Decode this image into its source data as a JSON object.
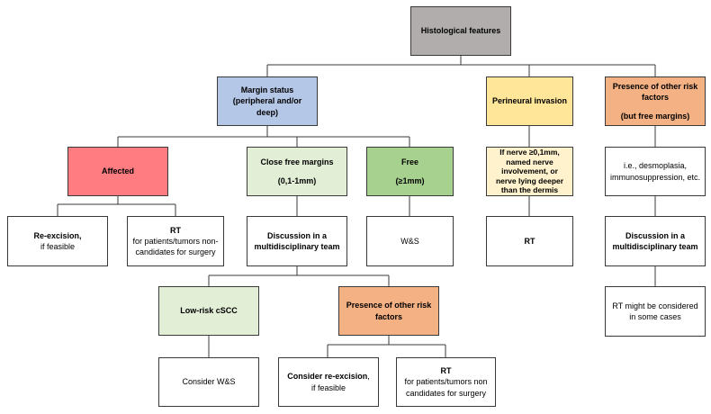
{
  "root": "Histological features",
  "margin_status": {
    "line1": "Margin status",
    "line2": "(peripheral and/or deep)"
  },
  "affected": "Affected",
  "re_excision_affected": {
    "line1": "Re-excision,",
    "line2": "if feasible"
  },
  "rt_affected": {
    "line1": "RT",
    "line2": "for patients/tumors non-candidates for surgery"
  },
  "close_margins": {
    "line1": "Close free margins",
    "line2": "(0,1-1mm)"
  },
  "discussion_close": "Discussion in a multidisciplinary team",
  "free": {
    "line1": "Free",
    "line2": "(≥1mm)"
  },
  "ws_free": "W&S",
  "low_risk": "Low-risk cSCC",
  "consider_ws": "Consider W&S",
  "other_risk_close": "Presence of other risk factors",
  "consider_reexcision": {
    "bold": "Consider re-excision",
    "rest": ",",
    "line2": "if feasible"
  },
  "rt_close": {
    "line1": "RT",
    "line2": "for patients/tumors non candidates for surgery"
  },
  "perineural": "Perineural invasion",
  "nerve_criteria": "If nerve ≥0,1mm, named nerve involvement, or nerve lying deeper than the dermis",
  "rt_perineural": "RT",
  "other_risk_factors": {
    "line1": "Presence of other risk factors",
    "line2": "(but free margins)"
  },
  "examples": "i.e., desmoplasia, immunosuppression, etc.",
  "discussion_other": "Discussion in a multidisciplinary team",
  "rt_might": "RT might be considered in some cases",
  "colors": {
    "grey": "#b1adad",
    "blue": "#b4c7e7",
    "yellow": "#ffe699",
    "yellow_light": "#fff2cc",
    "orange": "#f4b183",
    "red": "#ff7c80",
    "green": "#a7d18e",
    "green_light": "#e2eed6"
  }
}
